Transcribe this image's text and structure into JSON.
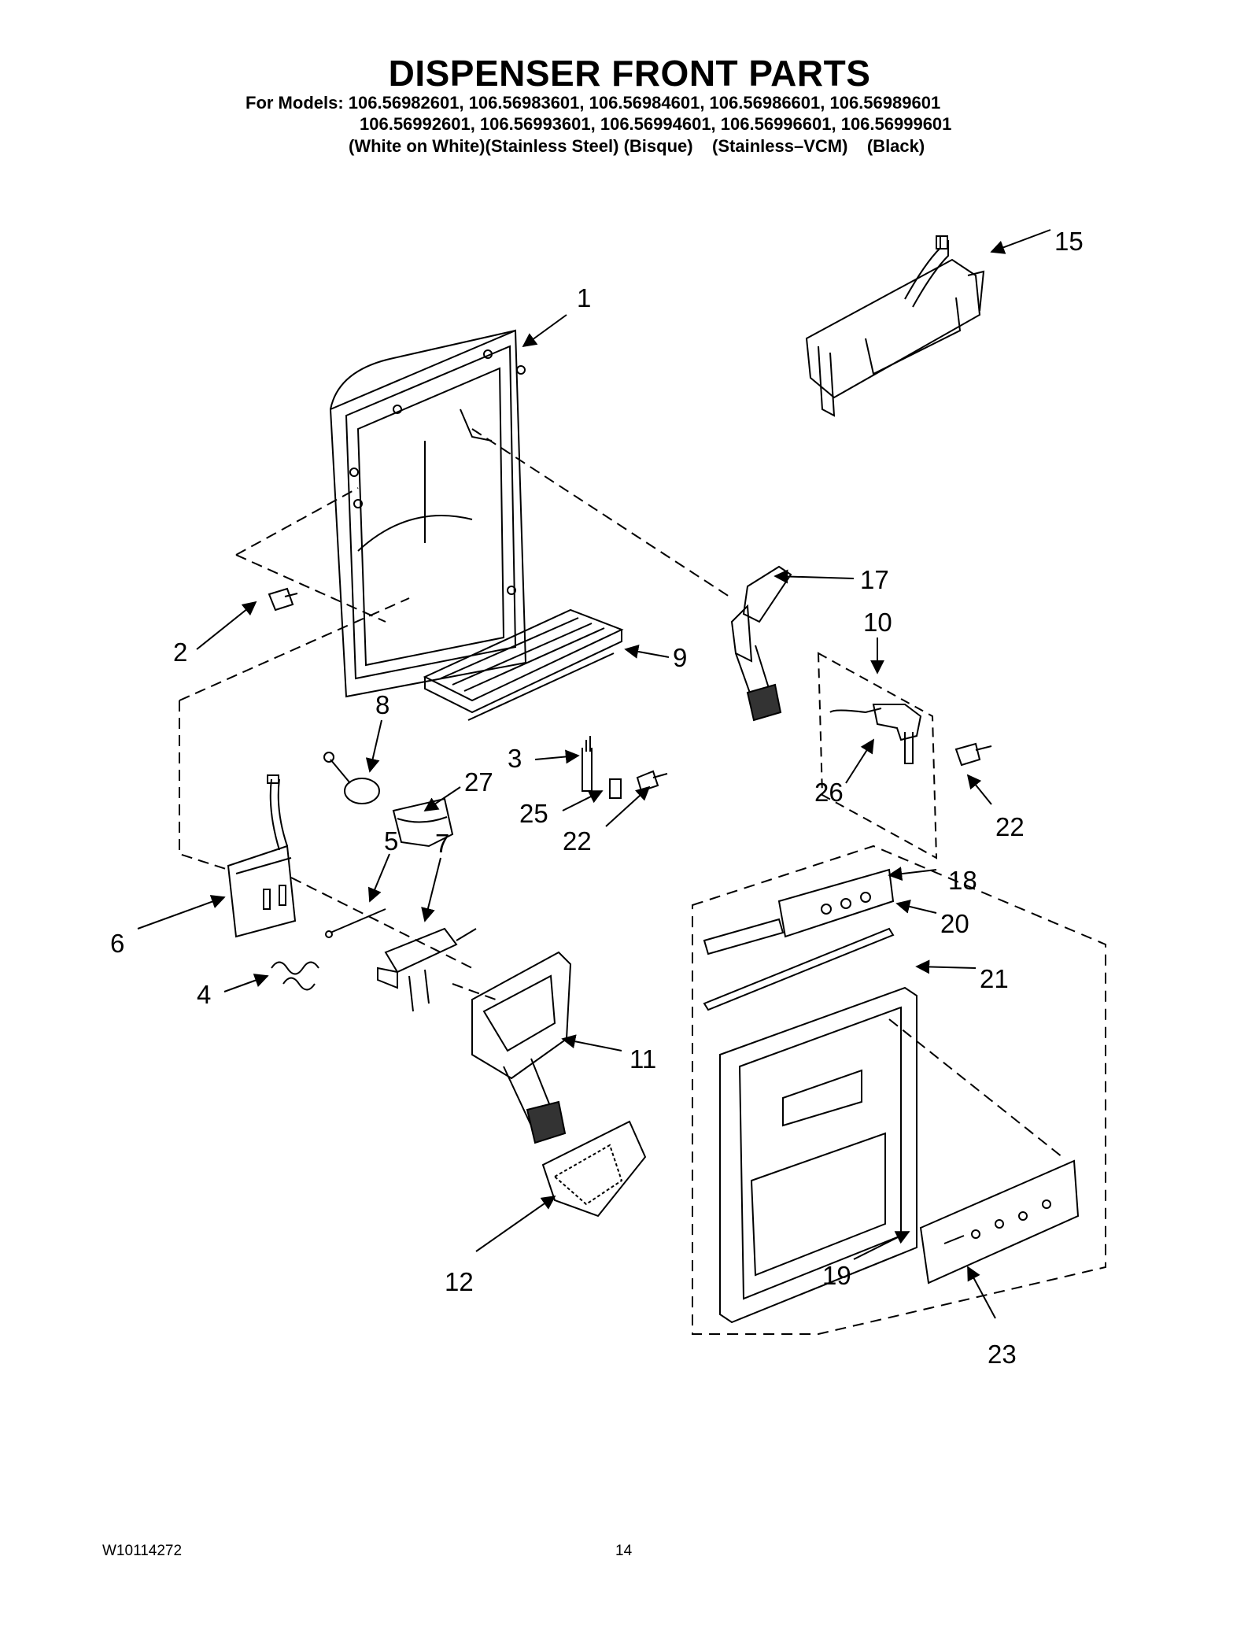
{
  "header": {
    "title": "DISPENSER FRONT PARTS",
    "models_line1": "For Models: 106.56982601, 106.56983601, 106.56984601, 106.56986601, 106.56989601",
    "models_line2": "106.56992601, 106.56993601, 106.56994601, 106.56996601, 106.56999601",
    "models_line3": "(White on White)(Stainless Steel) (Bisque)    (Stainless–VCM)    (Black)"
  },
  "callouts": {
    "c1": "1",
    "c2": "2",
    "c3": "3",
    "c4": "4",
    "c5": "5",
    "c6": "6",
    "c7": "7",
    "c8": "8",
    "c9": "9",
    "c10": "10",
    "c11": "11",
    "c12": "12",
    "c15": "15",
    "c17": "17",
    "c18": "18",
    "c19": "19",
    "c20": "20",
    "c21": "21",
    "c22a": "22",
    "c22b": "22",
    "c23": "23",
    "c25": "25",
    "c26": "26",
    "c27": "27"
  },
  "footer": {
    "doc_number": "W10114272",
    "page_number": "14"
  }
}
